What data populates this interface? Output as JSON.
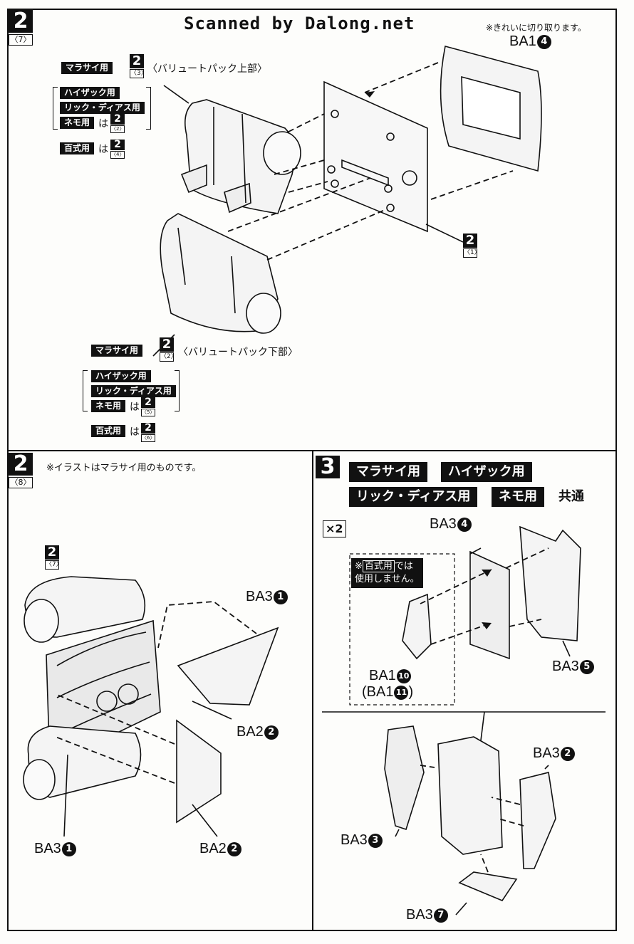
{
  "scan_credit": "Scanned by Dalong.net",
  "note_top": "※きれいに切り取ります。",
  "step_2_7": {
    "num": "2",
    "sub": "〈7〉",
    "upper_tag": "マラサイ用",
    "upper_ref_num": "2",
    "upper_ref_sub": "〈3〉",
    "upper_title": "〈バリュートパック上部〉",
    "upper_alts": [
      {
        "tag": "ハイザック用",
        "ha": "",
        "num": "",
        "sub": ""
      },
      {
        "tag": "リック・ディアス用",
        "ha": "",
        "num": "",
        "sub": ""
      },
      {
        "tag": "ネモ用",
        "ha": "は",
        "num": "2",
        "sub": "〈2〉"
      },
      {
        "tag": "百式用",
        "ha": "は",
        "num": "2",
        "sub": "〈4〉"
      }
    ],
    "lower_tag": "マラサイ用",
    "lower_ref_num": "2",
    "lower_ref_sub": "〈2〉",
    "lower_title": "〈バリュートパック下部〉",
    "lower_alts": [
      {
        "tag": "ハイザック用",
        "ha": "",
        "num": "",
        "sub": ""
      },
      {
        "tag": "リック・ディアス用",
        "ha": "",
        "num": "",
        "sub": ""
      },
      {
        "tag": "ネモ用",
        "ha": "は",
        "num": "2",
        "sub": "〈5〉"
      },
      {
        "tag": "百式用",
        "ha": "は",
        "num": "2",
        "sub": "〈6〉"
      }
    ],
    "part_ba1": {
      "name": "BA1",
      "n": "4"
    },
    "ref_1_num": "2",
    "ref_1_sub": "〈1〉"
  },
  "step_2_8": {
    "num": "2",
    "sub": "〈8〉",
    "note": "※イラストはマラサイ用のものです。",
    "ref_num": "2",
    "ref_sub": "〈7〉",
    "parts": [
      {
        "name": "BA3",
        "n": "1"
      },
      {
        "name": "BA2",
        "n": "2"
      },
      {
        "name": "BA3",
        "n": "1"
      },
      {
        "name": "BA2",
        "n": "2"
      }
    ]
  },
  "step_3": {
    "num": "3",
    "tags": [
      "マラサイ用",
      "ハイザック用",
      "リック・ディアス用",
      "ネモ用"
    ],
    "common": "共通",
    "multiplier": "×2",
    "not_used_prefix": "※",
    "not_used_tag": "百式用",
    "not_used_suffix": "では",
    "not_used_line2": "使用しません。",
    "parts_top": [
      {
        "name": "BA3",
        "n": "4"
      },
      {
        "name": "BA1",
        "n": "10"
      },
      {
        "name": "(BA1",
        "n": "11",
        "tail": ")"
      },
      {
        "name": "BA3",
        "n": "5"
      }
    ],
    "parts_bottom": [
      {
        "name": "BA3",
        "n": "2"
      },
      {
        "name": "BA3",
        "n": "3"
      },
      {
        "name": "BA3",
        "n": "7"
      }
    ]
  }
}
